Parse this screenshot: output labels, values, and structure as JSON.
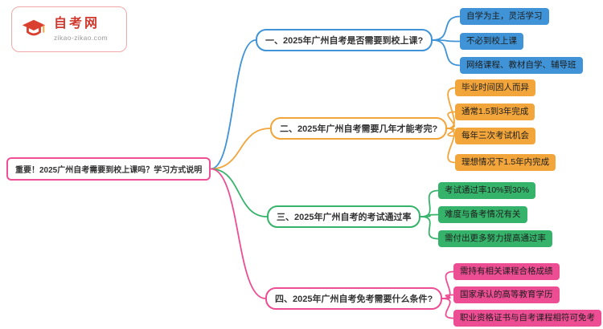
{
  "logo": {
    "title": "自考网",
    "subtitle": "zikao-zikao.com",
    "brand_color": "#d03a2e"
  },
  "root": {
    "label": "重要！2025广州自考需要到校上课吗？学习方式说明",
    "color": "#ee4f95"
  },
  "branches": [
    {
      "label": "一、2025年广州自考是否需要到校上课?",
      "color": "#3f93d6",
      "children": [
        "自学为主，灵活学习",
        "不必到校上课",
        "网络课程、教材自学、辅导班"
      ]
    },
    {
      "label": "二、2025年广州自考需要几年才能考完?",
      "color": "#f2a53a",
      "children": [
        "毕业时间因人而异",
        "通常1.5到3年完成",
        "每年三次考试机会",
        "理想情况下1.5年内完成"
      ]
    },
    {
      "label": "三、2025年广州自考的考试通过率",
      "color": "#36b36a",
      "children": [
        "考试通过率10%到30%",
        "难度与备考情况有关",
        "需付出更多努力提高通过率"
      ]
    },
    {
      "label": "四、2025年广州自考免考需要什么条件?",
      "color": "#ec4d93",
      "children": [
        "需持有相关课程合格成绩",
        "国家承认的高等教育学历",
        "职业资格证书与自考课程相符可免考"
      ]
    }
  ]
}
